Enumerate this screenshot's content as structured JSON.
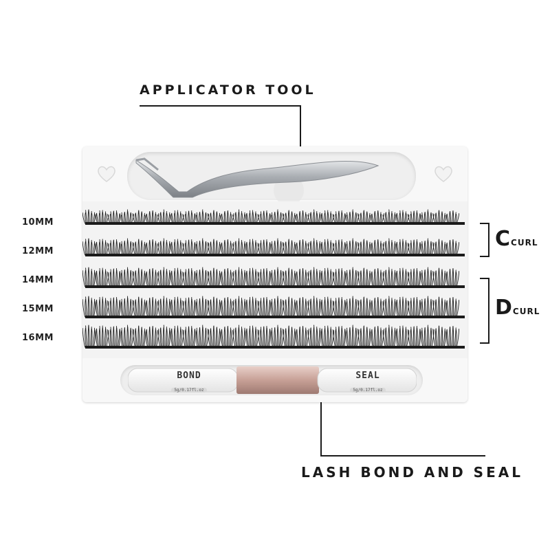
{
  "callouts": {
    "applicator_tool": "APPLICATOR TOOL",
    "lash_bond_and_seal": "LASH BOND AND SEAL"
  },
  "lash_rows": [
    {
      "length": "10MM"
    },
    {
      "length": "12MM"
    },
    {
      "length": "14MM"
    },
    {
      "length": "15MM"
    },
    {
      "length": "16MM"
    }
  ],
  "curl_groups": [
    {
      "letter": "C",
      "suffix": "CURL"
    },
    {
      "letter": "D",
      "suffix": "CURL"
    }
  ],
  "tubes": {
    "bond": {
      "name": "BOND",
      "size": "5g/0.17fl.oz"
    },
    "seal": {
      "name": "SEAL",
      "size": "5g/0.17fl.oz"
    }
  },
  "colors": {
    "text": "#1a1a1a",
    "tray": "#f3f3f3",
    "lash": "#1b1b1b",
    "tube_cap": "#c9a29a",
    "tweezer": "#b9bcc0"
  },
  "icons": {
    "tray_left": "heart-icon",
    "tray_right": "heart-icon"
  }
}
